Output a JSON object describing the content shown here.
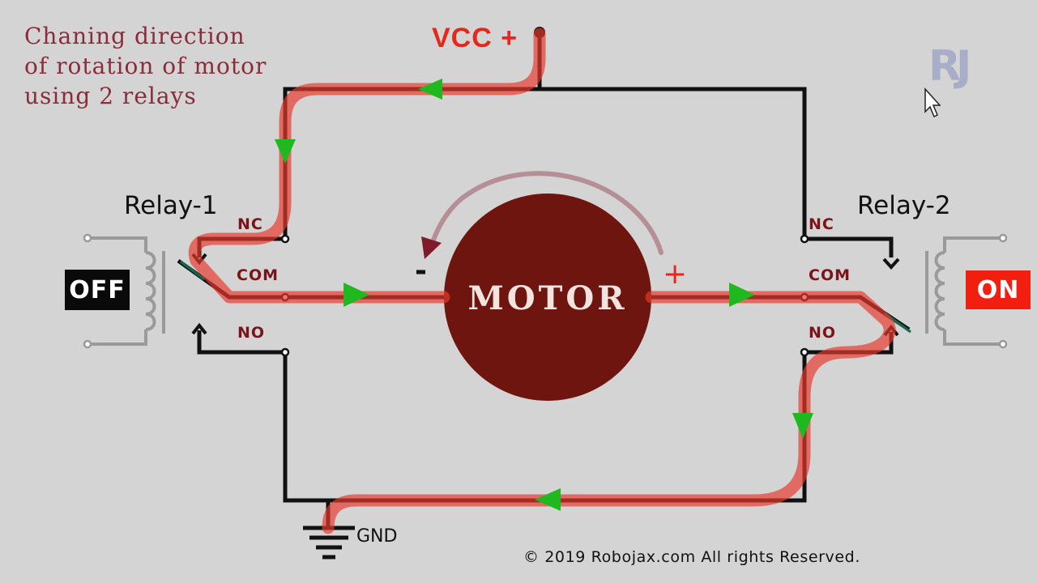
{
  "title": {
    "lines": [
      "Chaning direction",
      "of rotation of motor",
      "using 2 relays"
    ]
  },
  "supply": {
    "vcc_label": "VCC +",
    "gnd_label": "GND"
  },
  "relay1": {
    "label": "Relay-1",
    "state": "OFF",
    "pins": {
      "nc": "NC",
      "com": "COM",
      "no": "NO"
    }
  },
  "relay2": {
    "label": "Relay-2",
    "state": "ON",
    "pins": {
      "nc": "NC",
      "com": "COM",
      "no": "NO"
    }
  },
  "motor": {
    "label": "MOTOR",
    "minus": "-",
    "plus": "+"
  },
  "logo": {
    "text": "RJ"
  },
  "copyright": "© 2019 Robojax.com All rights Reserved.",
  "colors": {
    "background": "#d4d4d4",
    "wire": "#111111",
    "current_path": "#e83a2c",
    "arrow": "#1fb81f",
    "motor": "#6e150f",
    "rotation_arc": "#b58f95",
    "coil": "#9a9a9a",
    "title": "#8a2d3b",
    "vcc": "#e4281b",
    "badge_off": "#0a0a0a",
    "badge_on": "#f21e10"
  }
}
